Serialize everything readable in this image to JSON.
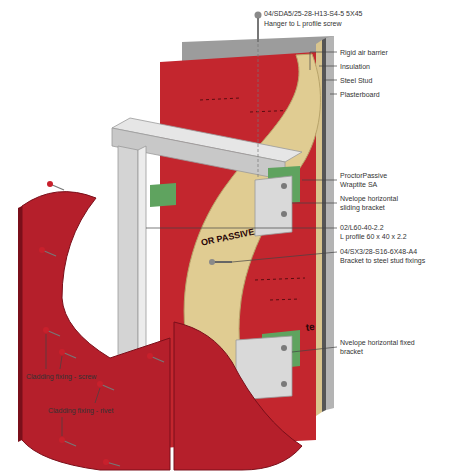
{
  "diagram": {
    "labels": [
      "04/SDA5/25-28-H13-S4-5 5X45",
      "Hanger to L profile screw",
      "Rigid air barrier",
      "Insulation",
      "Steel Stud",
      "Plasterboard",
      "ProctorPassive Wraptite SA",
      "Nvelope horizontal sliding bracket",
      "02/L60-40-2.2",
      "L profile 60 x 40 x 2.2",
      "04/SX3/28-S16-6X48-A4",
      "Bracket to steel stud fixings",
      "Nvelope horizontal fixed bracket",
      "Cladding fixing - screw",
      "Cladding fixing - rivet",
      "OR PASSIVE",
      "te"
    ]
  }
}
